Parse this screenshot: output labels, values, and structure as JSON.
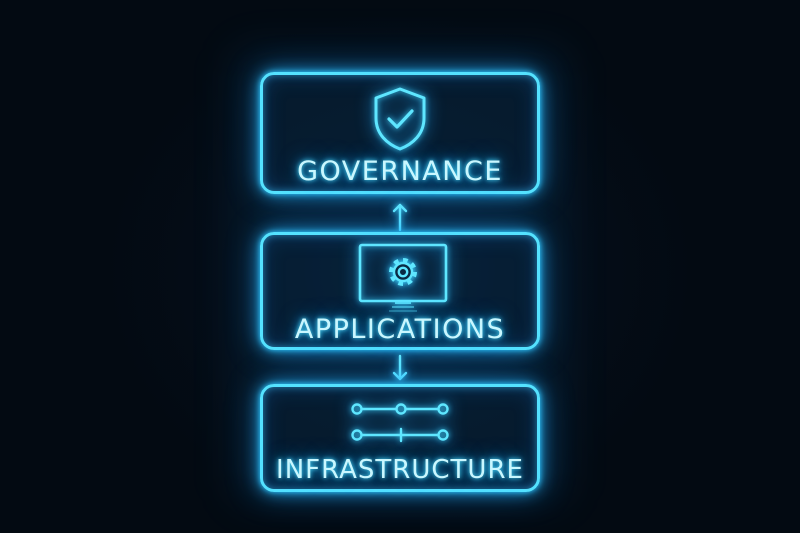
{
  "diagram": {
    "layers": [
      {
        "label": "GOVERNANCE",
        "icon": "shield-check-icon"
      },
      {
        "label": "APPLICATIONS",
        "icon": "monitor-gear-icon"
      },
      {
        "label": "INFRASTRUCTURE",
        "icon": "circuit-nodes-icon"
      }
    ],
    "connectors": [
      {
        "from": "APPLICATIONS",
        "to": "GOVERNANCE",
        "direction": "up"
      },
      {
        "from": "APPLICATIONS",
        "to": "INFRASTRUCTURE",
        "direction": "down"
      }
    ]
  },
  "colors": {
    "background": "#040b14",
    "neon_stroke": "#54e2ff",
    "neon_glow": "#1fbaff",
    "label_text": "#c9f7ff"
  }
}
